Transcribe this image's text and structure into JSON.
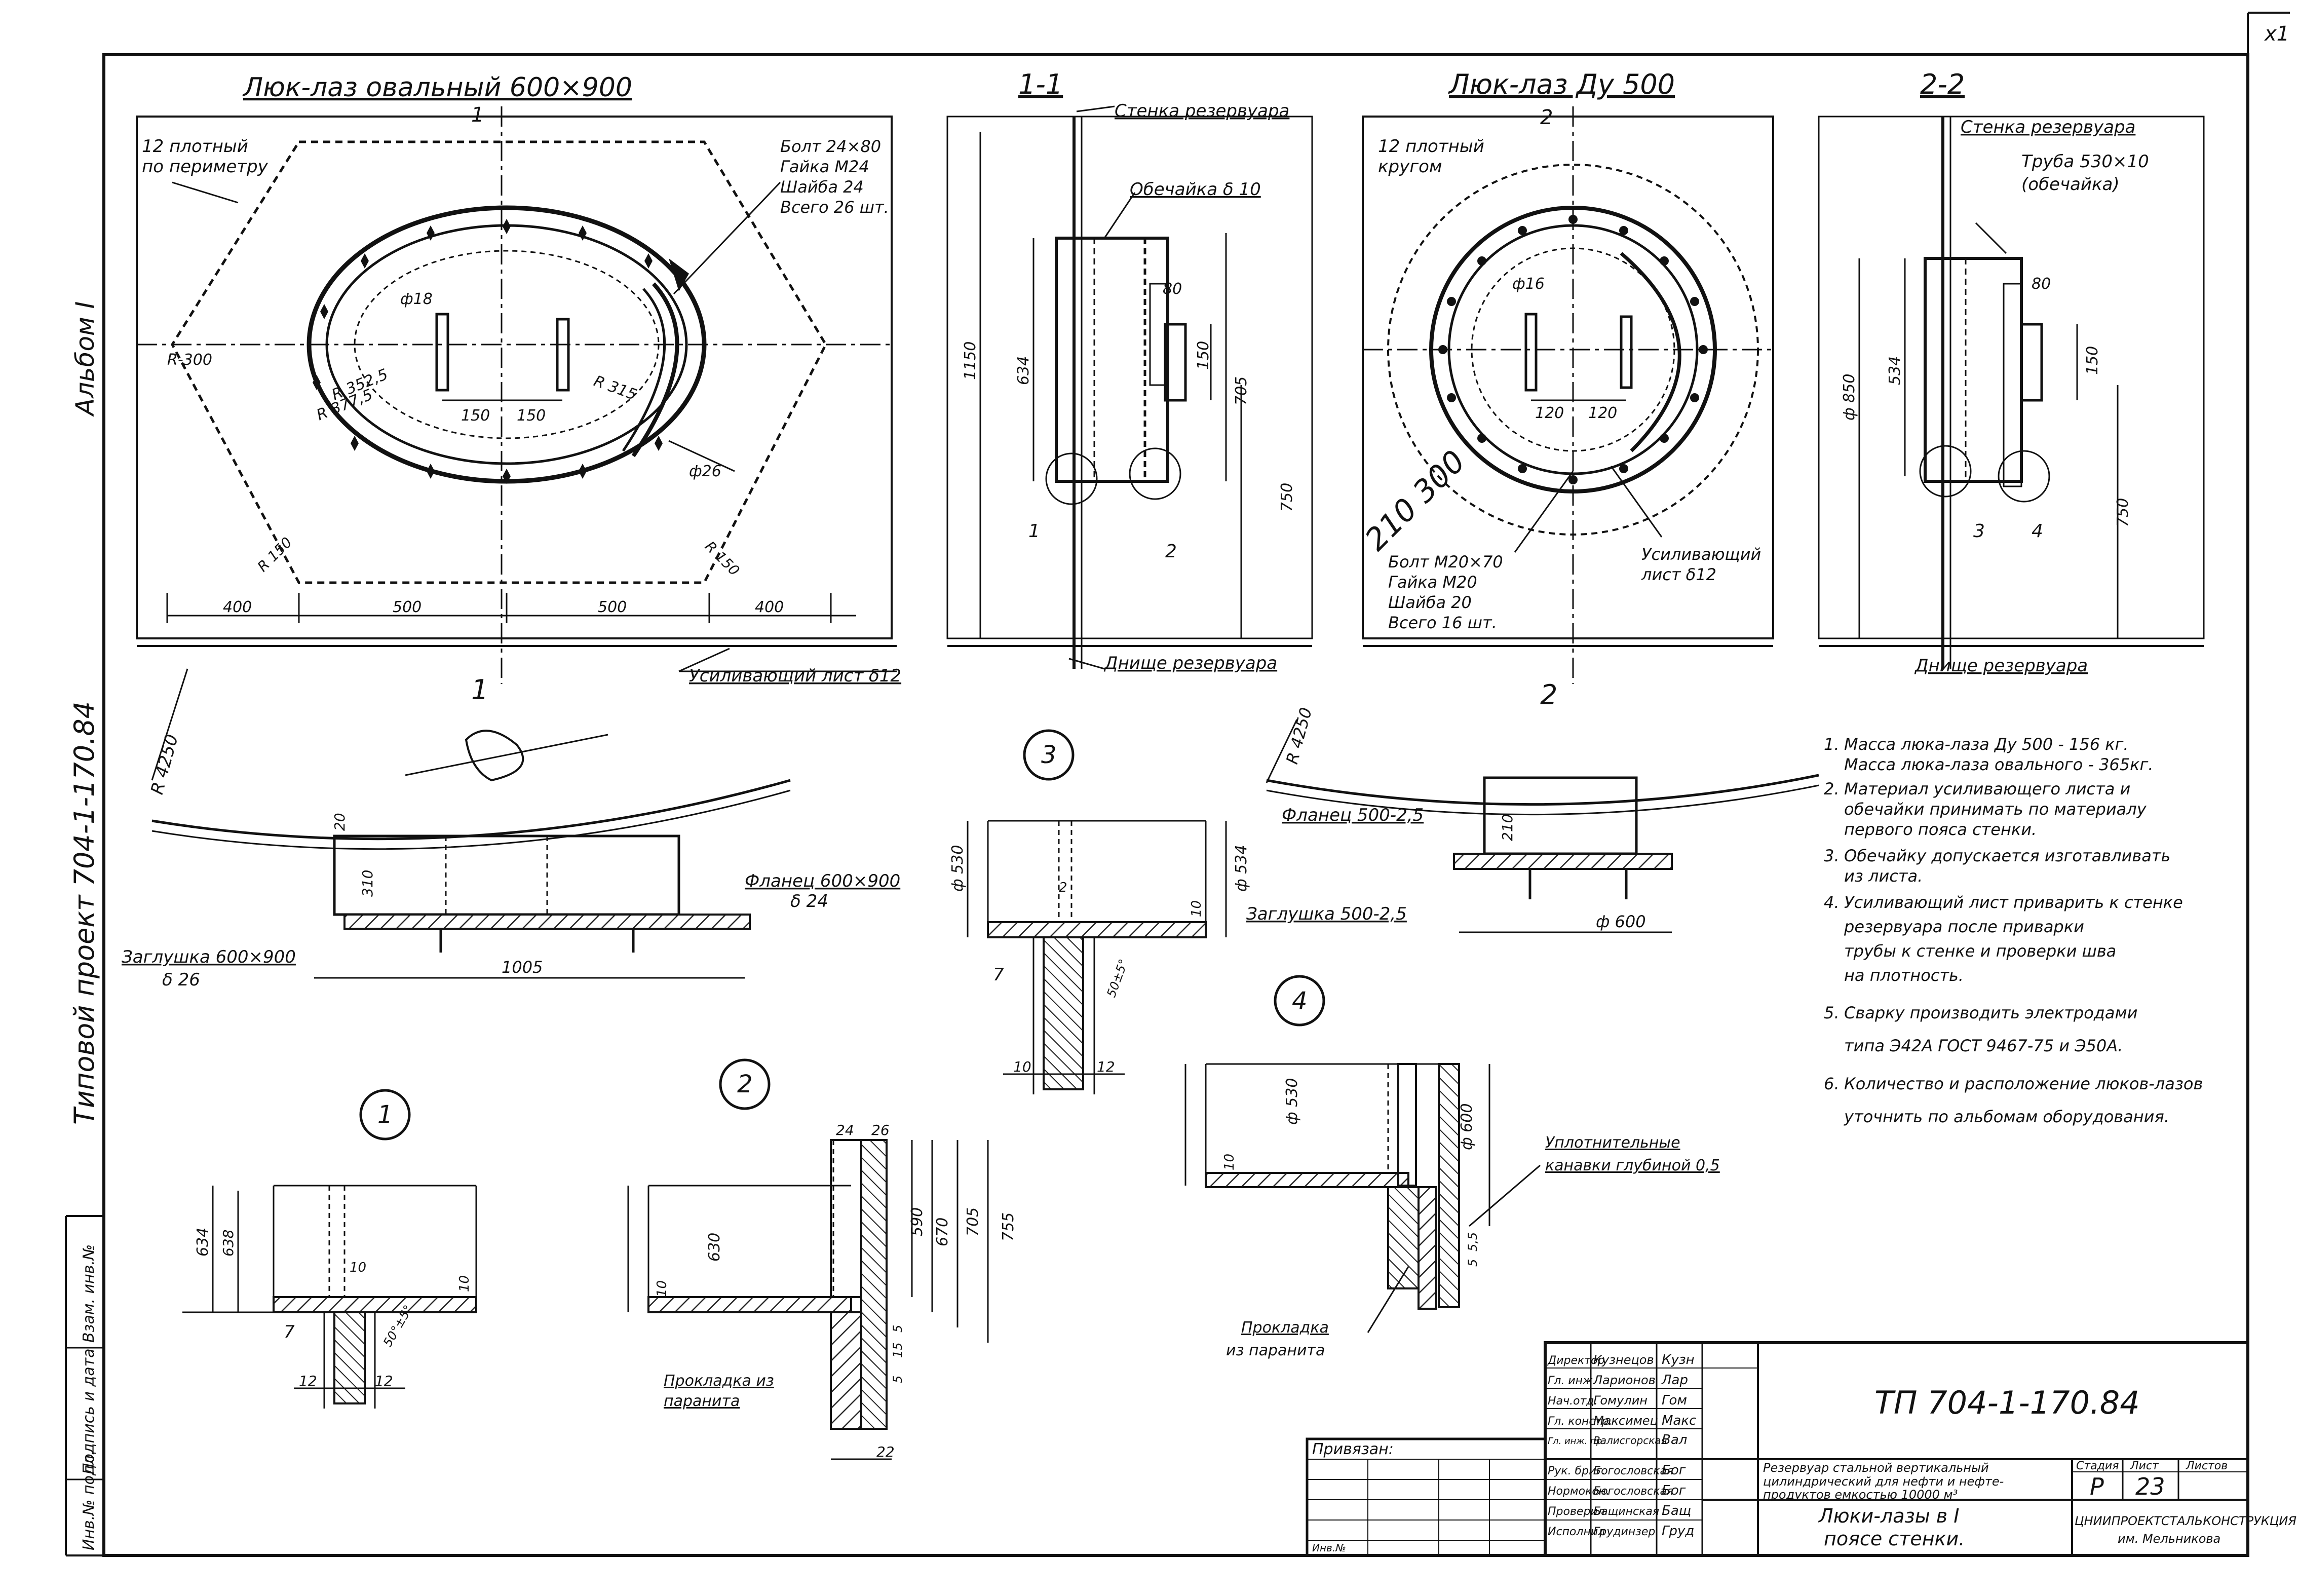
{
  "sheet_corner": "x1",
  "album": "Альбом I",
  "project": "Типовой проект 704-1-170.84",
  "views": {
    "oval": {
      "title": "Люк-лаз овальный 600×900",
      "note_weld": [
        "12 плотный",
        "по периметру"
      ],
      "bolt_note": [
        "Болт 24×80",
        "Гайка М24",
        "Шайба 24",
        "Всего 26 шт."
      ],
      "dims": {
        "r300": "R-300",
        "r3525": "R 352,5",
        "r3775": "R 377,5",
        "r315": "R 315",
        "d18": "ф18",
        "d26": "ф26",
        "r150": "R 150",
        "r150b": "R 150",
        "s150a": "150",
        "s150b": "150",
        "w400a": "400",
        "w500a": "500",
        "w500b": "500",
        "w400b": "400"
      },
      "leader_plate": "Усиливающий лист δ12",
      "cut_mark": "1"
    },
    "sec11": {
      "title": "1-1",
      "wall": "Стенка резервуара",
      "shell": "Обечайка δ 10",
      "bottom": "Днище резервуара",
      "dims": {
        "h1150": "1150",
        "h634": "634",
        "d80": "80",
        "d150": "150",
        "h705": "705",
        "h750": "750"
      },
      "marks": [
        "1",
        "2"
      ]
    },
    "dy500": {
      "title": "Люк-лаз Ду 500",
      "note_weld": [
        "12 плотный",
        "кругом"
      ],
      "dims": {
        "d16": "ф16",
        "s120a": "120",
        "s120b": "120"
      },
      "handwritten": "210 300",
      "bolt_note": [
        "Болт М20×70",
        "Гайка М20",
        "Шайба 20",
        "Всего 16 шт."
      ],
      "leader_plate": [
        "Усиливающий",
        "лист δ12"
      ],
      "cut_mark": "2"
    },
    "sec22": {
      "title": "2-2",
      "wall": "Стенка резервуара",
      "pipe": [
        "Труба 530×10",
        "(обечайка)"
      ],
      "bottom": "Днище резервуара",
      "dims": {
        "d850": "ф 850",
        "h534": "534",
        "d80": "80",
        "d150": "150",
        "h750": "750"
      },
      "marks": [
        "3",
        "4"
      ]
    },
    "elev_oval": {
      "r4250": "R 4250",
      "flange": [
        "Фланец 600×900",
        "δ 24"
      ],
      "plug": [
        "Заглушка 600×900",
        "δ 26"
      ],
      "dims": {
        "h20": "20",
        "h310": "310",
        "w1005": "1005"
      }
    },
    "elev_dy": {
      "r4250": "R 4250",
      "flange": "Фланец 500-2,5",
      "plug": "Заглушка 500-2,5",
      "dims": {
        "h210": "210",
        "d600": "ф 600"
      }
    },
    "node1": {
      "label": "1",
      "dims": {
        "h634": "634",
        "h638": "638",
        "h10a": "10",
        "h10b": "10",
        "ang": "50°±5°",
        "m7": "7",
        "w12a": "12",
        "w12b": "12"
      }
    },
    "node2": {
      "label": "2",
      "dims": {
        "t24": "24",
        "t26": "26",
        "h10": "10",
        "h630": "630",
        "h590": "590",
        "h670": "670",
        "h705": "705",
        "h755": "755",
        "h5a": "5",
        "h15": "15",
        "h5b": "5",
        "w22": "22"
      },
      "gasket": [
        "Прокладка из",
        "паранита"
      ]
    },
    "node3": {
      "label": "3",
      "dims": {
        "d530": "ф 530",
        "d534": "ф 534",
        "h2": "2",
        "h10": "10",
        "m7": "7",
        "ang": "50±5°",
        "w10": "10",
        "w12": "12"
      }
    },
    "node4": {
      "label": "4",
      "dims": {
        "d530": "ф 530",
        "d600": "ф 600",
        "h10": "10",
        "h55": "5,5",
        "h5": "5"
      },
      "groove": [
        "Уплотнительные",
        "канавки глубиной 0,5"
      ],
      "gasket": [
        "Прокладка",
        "из паранита"
      ]
    }
  },
  "notes": [
    {
      "n": "1.",
      "lines": [
        "Масса люка-лаза Ду 500 - 156 кг.",
        "Масса люка-лаза овального - 365кг."
      ]
    },
    {
      "n": "2.",
      "lines": [
        "Материал усиливающего листа и",
        "обечайки принимать по материалу",
        "первого пояса стенки."
      ]
    },
    {
      "n": "3.",
      "lines": [
        "Обечайку допускается изготавливать",
        "из листа."
      ]
    },
    {
      "n": "4.",
      "lines": [
        "Усиливающий лист приварить к стенке",
        "резервуара          после приварки",
        "трубы к стенке и проверки шва",
        "на плотность."
      ]
    },
    {
      "n": "5.",
      "lines": [
        "Сварку производить электродами",
        "типа Э42А ГОСТ 9467-75 и Э50А."
      ]
    },
    {
      "n": "6.",
      "lines": [
        "Количество и расположение люков-лазов",
        "уточнить по альбомам оборудования."
      ]
    }
  ],
  "left_margin": [
    "Инв.№ подл.",
    "Подпись и дата",
    "Взам. инв.№"
  ],
  "stamp": {
    "privyazan": "Привязан:",
    "inv": "Инв.№",
    "roles": [
      {
        "role": "Директор",
        "name": "Кузнецов",
        "sign": "Кузн"
      },
      {
        "role": "Гл. инж.",
        "name": "Ларионов",
        "sign": "Лар"
      },
      {
        "role": "Нач.отд.",
        "name": "Гомулин",
        "sign": "Гом"
      },
      {
        "role": "Гл. констр.",
        "name": "Максимец",
        "sign": "Макс"
      },
      {
        "role": "Гл. инж. пр.",
        "name": "Валисгорская",
        "sign": "Вал"
      },
      {
        "role": "Рук. бриг.",
        "name": "Богословская",
        "sign": "Бог"
      },
      {
        "role": "Нормокон.",
        "name": "Богословская",
        "sign": "Бог"
      },
      {
        "role": "Проверил",
        "name": "Бащинская",
        "sign": "Бащ"
      },
      {
        "role": "Исполнил",
        "name": "Грудинзер",
        "sign": "Груд"
      }
    ],
    "code": "ТП 704-1-170.84",
    "object_title": [
      "Резервуар стальной вертикальный",
      "цилиндрический для нефти и нефте-",
      "продуктов емкостью 10000 м³"
    ],
    "stage_h": "Стадия",
    "sheet_h": "Лист",
    "sheets_h": "Листов",
    "stage": "Р",
    "sheet": "23",
    "sheets": "",
    "sheet_title": [
      "Люки-лазы в I",
      "поясе стенки."
    ],
    "org": [
      "ЦНИИПРОЕКТСТАЛЬКОНСТРУКЦИЯ",
      "им. Мельникова"
    ]
  }
}
